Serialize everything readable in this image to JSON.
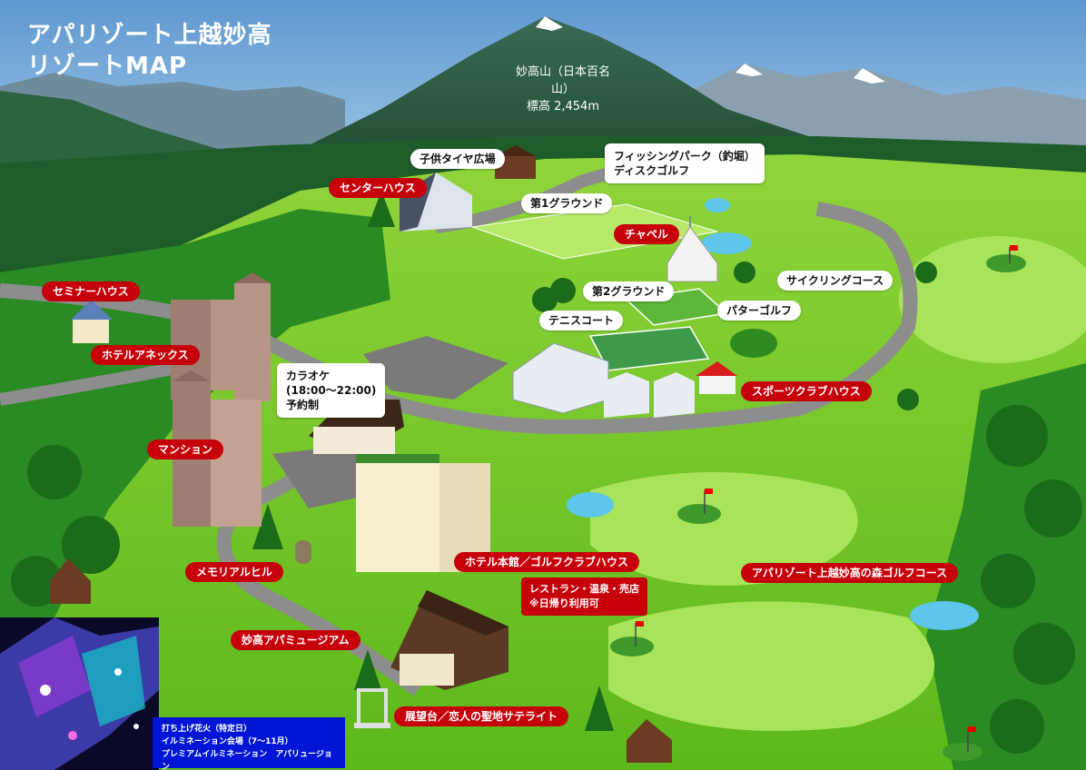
{
  "title": {
    "line1": "アパリゾート上越妙高",
    "line2": "リゾートMAP"
  },
  "mountain": {
    "name": "妙高山（日本百名山）",
    "elevation": "標高 2,454m"
  },
  "labels": {
    "kids_tire": "子供タイヤ広場",
    "center_house": "センターハウス",
    "fishing_line1": "フィッシングパーク（釣堀）",
    "fishing_line2": "ディスクゴルフ",
    "ground1": "第1グラウンド",
    "chapel": "チャペル",
    "seminar": "セミナーハウス",
    "ground2": "第2グラウンド",
    "cycling": "サイクリングコース",
    "tennis": "テニスコート",
    "putter_golf": "パターゴルフ",
    "hotel_annex": "ホテルアネックス",
    "karaoke_line1": "カラオケ",
    "karaoke_line2": "(18:00〜22:00)",
    "karaoke_line3": "予約制",
    "sports_club": "スポーツクラブハウス",
    "mansion": "マンション",
    "memorial_hill": "メモリアルヒル",
    "hotel_main": "ホテル本館／ゴルフクラブハウス",
    "restaurant_line1": "レストラン・温泉・売店",
    "restaurant_line2": "※日帰り利用可",
    "golf_course": "アパリゾート上越妙高の森ゴルフコース",
    "museum": "妙高アパミュージアム",
    "observatory": "展望台／恋人の聖地サテライト"
  },
  "event_box": {
    "line1": "打ち上げ花火（特定日）",
    "line2": "イルミネーション会場（7〜11月）",
    "line3": "プレミアムイルミネーション　アパリュージョン"
  },
  "colors": {
    "label_red": "#c5000b",
    "event_blue": "#0016d4",
    "grass": "#7ed321",
    "forest": "#1f7a1f",
    "sky": "#7fb2dc"
  }
}
